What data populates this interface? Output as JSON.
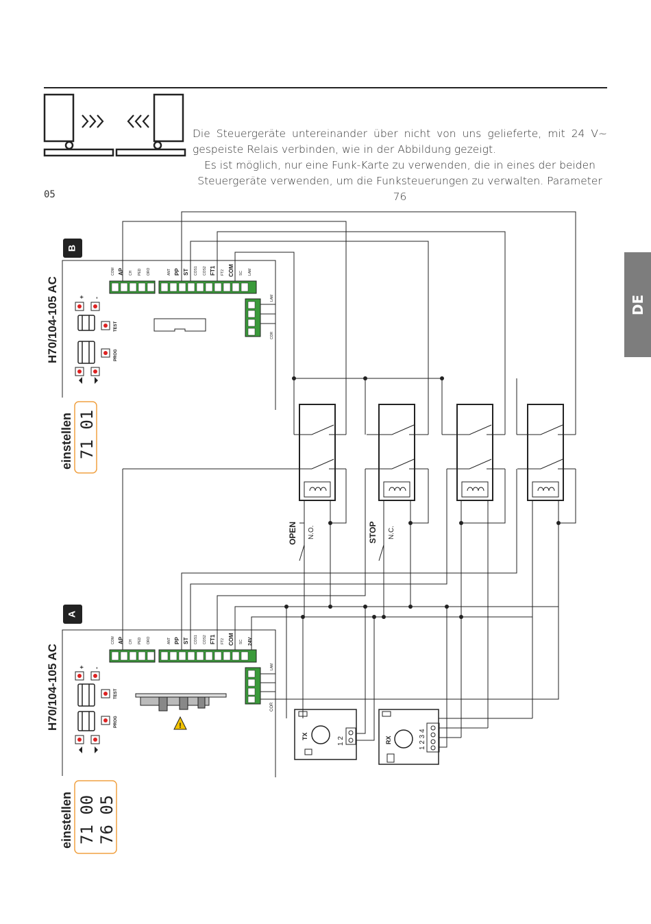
{
  "intro": {
    "line1": "Die Steuergeräte untereinander über nicht von uns gelieferte, mit 24 V~ gespeiste Relais verbinden, wie in der Abbildung gezeigt.",
    "line2": "Es ist möglich, nur eine Funk-Karte zu verwenden, die in eines der beiden Steuergeräte verwenden, um die Funksteuerungen zu verwalten. Parameter 76"
  },
  "figure_number": "05",
  "side_tab": "DE",
  "board_b": {
    "badge": "B",
    "model": "H70/104-105 AC",
    "setting_label": "einstellen",
    "display_values": [
      "71 01"
    ],
    "terminals_left": [
      "COM",
      "AP",
      "CH",
      "PED",
      "ORO"
    ],
    "terminals_right": [
      "ANT",
      "PP",
      "ST",
      "COS1",
      "COS2",
      "FT1",
      "FT2",
      "COM",
      "SC",
      "LAM"
    ],
    "aux": [
      "LAM",
      "COR"
    ],
    "buttons": [
      "+",
      "-",
      "TEST",
      "PROG"
    ]
  },
  "board_a": {
    "badge": "A",
    "model": "H70/104-105 AC",
    "setting_label": "einstellen",
    "display_values": [
      "71 00",
      "76 05"
    ],
    "terminals_left": [
      "COM",
      "AP",
      "CH",
      "PED",
      "ORO"
    ],
    "terminals_right": [
      "ANT",
      "PP",
      "ST",
      "COS1",
      "COS2",
      "FT1",
      "FT2",
      "COM",
      "SC",
      "24V"
    ],
    "aux": [
      "LAM",
      "COR"
    ],
    "buttons": [
      "+",
      "-",
      "TEST",
      "PROG"
    ]
  },
  "contacts": {
    "open_label": "OPEN",
    "open_type": "N.O.",
    "stop_label": "STOP",
    "stop_type": "N.C."
  },
  "tx": {
    "label": "TX",
    "pins": "1 2"
  },
  "rx": {
    "label": "RX",
    "pins": "1 2 3 4"
  }
}
